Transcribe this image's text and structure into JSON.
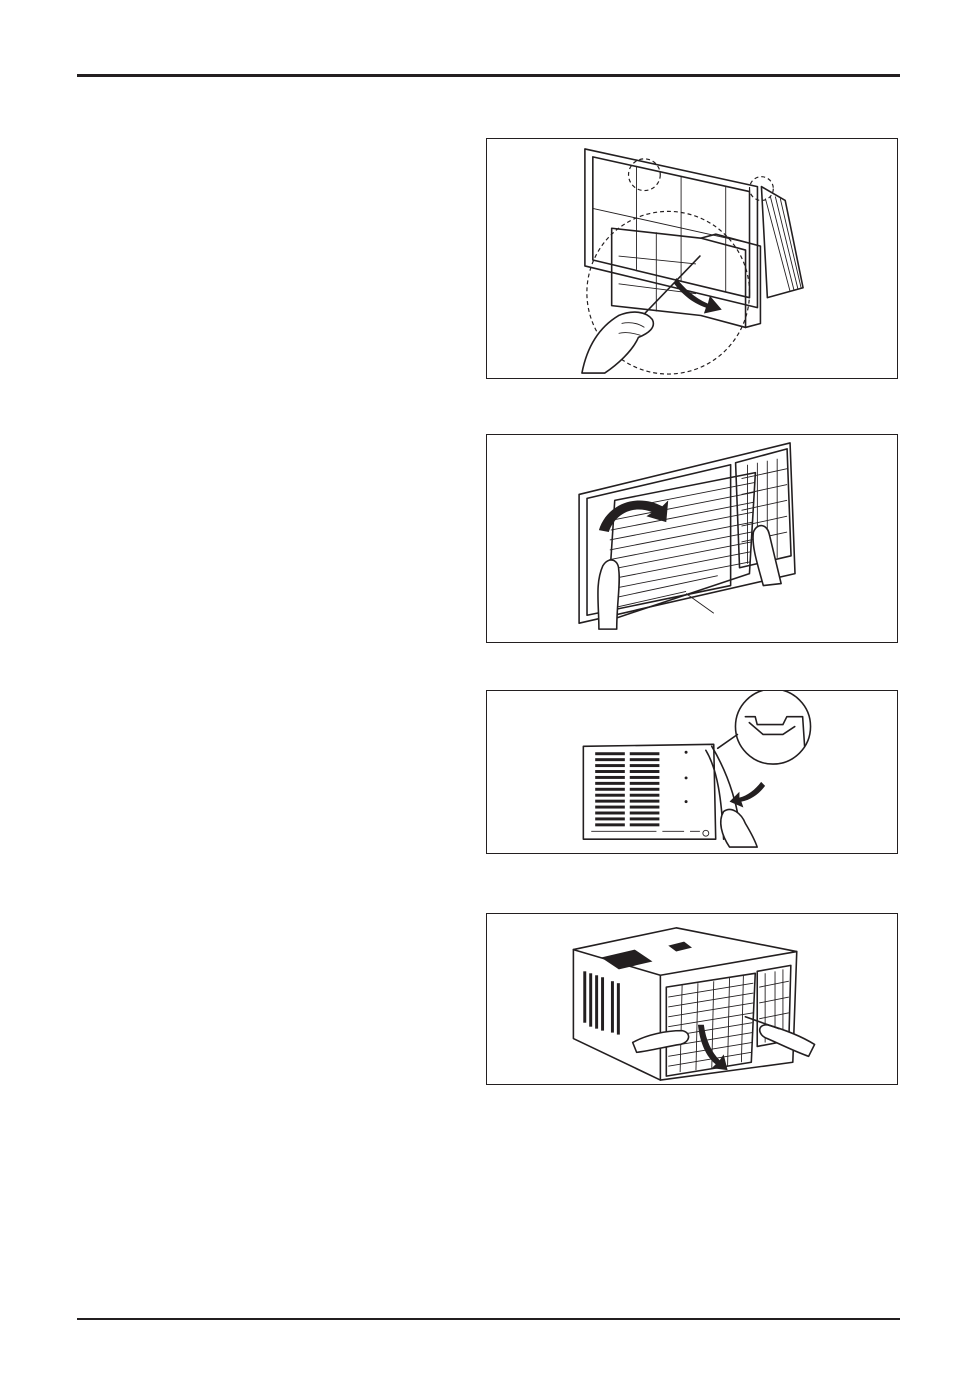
{
  "page": {
    "header_rule": true,
    "footer_rule": true
  },
  "figures": [
    {
      "id": "figure-1",
      "depicts": "screwdriver-releasing-filter-frame"
    },
    {
      "id": "figure-2",
      "depicts": "lifting-grille-panel-by-hand"
    },
    {
      "id": "figure-3",
      "depicts": "side-panel-removal-with-detail-circle"
    },
    {
      "id": "figure-4",
      "depicts": "air-conditioner-unit-front-grille-removal"
    }
  ],
  "colors": {
    "ink": "#231f20",
    "paper": "#ffffff"
  }
}
